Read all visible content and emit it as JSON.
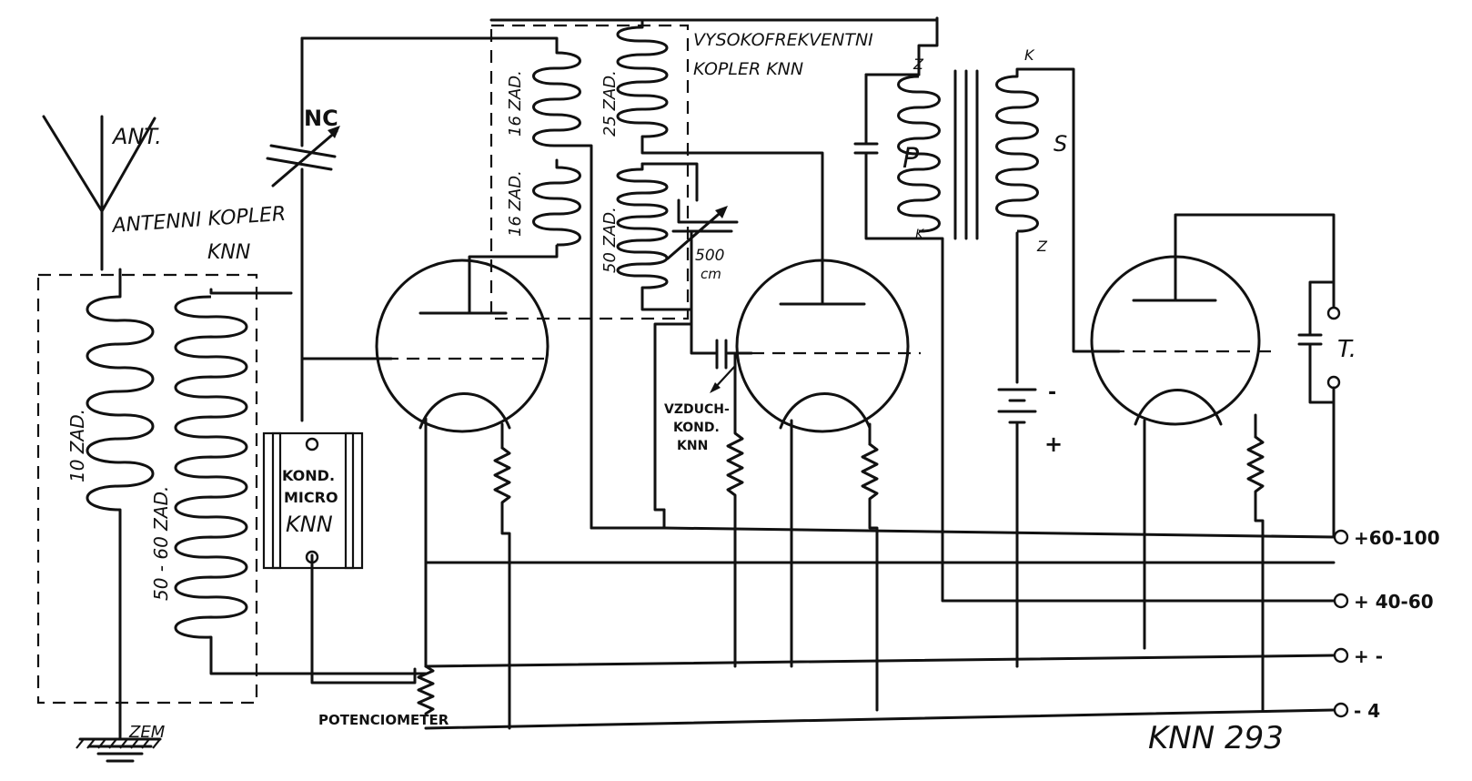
{
  "labels": {
    "antenna": "ANT.",
    "antenna_coupler_1": "ANTENNI KOPLER",
    "antenna_coupler_2": "KNN",
    "coil_10": "10 ZAD.",
    "coil_50_60": "50 - 60 ZAD.",
    "nc": "NC",
    "cap_micro_1": "KOND.",
    "cap_micro_2": "MICRO",
    "cap_micro_3": "KNN",
    "potentiometer": "POTENCIOMETER",
    "ground": "ZEM",
    "hf_coupler_1": "VYSOKOFREKVENTNI",
    "hf_coupler_2": "KOPLER  KNN",
    "coil_16_a": "16 ZAD.",
    "coil_16_b": "16 ZAD.",
    "coil_25": "25 ZAD.",
    "coil_50": "50 ZAD.",
    "cap_500_1": "500",
    "cap_500_2": "cm",
    "air_cond_1": "VZDUCH-",
    "air_cond_2": "KOND.",
    "air_cond_3": "KNN",
    "tr_z_top": "Z",
    "tr_k_top": "K",
    "tr_p": "P",
    "tr_s": "S",
    "tr_k_bottom": "K",
    "tr_z_bottom": "Z",
    "batt_minus": "-",
    "batt_plus": "+",
    "phones": "T.",
    "rail_1": "+60-100",
    "rail_2": "+ 40-60",
    "rail_3": "+ -",
    "rail_4": "- 4",
    "ref": "KNN 293"
  }
}
